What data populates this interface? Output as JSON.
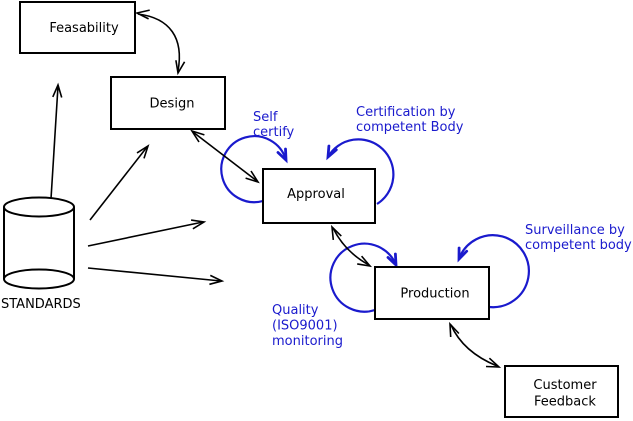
{
  "diagram": {
    "nodes": {
      "feasability": {
        "label": "Feasability"
      },
      "design": {
        "label": "Design"
      },
      "approval": {
        "label": "Approval"
      },
      "production": {
        "label": "Production"
      },
      "customer_feedback": {
        "line1": "Customer",
        "line2": "Feedback"
      }
    },
    "datastore": {
      "label": "STANDARDS"
    },
    "annotations": {
      "self_certify": {
        "line1": "Self",
        "line2": "certify"
      },
      "certification": {
        "line1": "Certification by",
        "line2": "competent Body"
      },
      "surveillance": {
        "line1": "Surveillance by",
        "line2": "competent body"
      },
      "quality_monitoring": {
        "line1": "Quality",
        "line2": "(ISO9001)",
        "line3": "monitoring"
      }
    },
    "edges": [
      {
        "from": "STANDARDS",
        "to": "Feasability",
        "type": "arrow"
      },
      {
        "from": "STANDARDS",
        "to": "Design",
        "type": "arrow"
      },
      {
        "from": "STANDARDS",
        "to": "Approval",
        "type": "arrow"
      },
      {
        "from": "STANDARDS",
        "to": "Production",
        "type": "arrow"
      },
      {
        "from": "Feasability",
        "to": "Design",
        "type": "double-arrow"
      },
      {
        "from": "Design",
        "to": "Approval",
        "type": "double-arrow"
      },
      {
        "from": "Approval",
        "to": "Production",
        "type": "double-arrow"
      },
      {
        "from": "Production",
        "to": "Customer Feedback",
        "type": "double-arrow"
      },
      {
        "on": "Approval",
        "label": "Self certify",
        "type": "self-loop"
      },
      {
        "on": "Approval",
        "label": "Certification by competent Body",
        "type": "self-loop"
      },
      {
        "on": "Production",
        "label": "Quality (ISO9001) monitoring",
        "type": "self-loop"
      },
      {
        "on": "Production",
        "label": "Surveillance by competent body",
        "type": "self-loop"
      }
    ],
    "colors": {
      "annotation": "#1a1acd",
      "line": "#000000",
      "node_fill": "#ffffff",
      "background": "#ffffff"
    }
  }
}
